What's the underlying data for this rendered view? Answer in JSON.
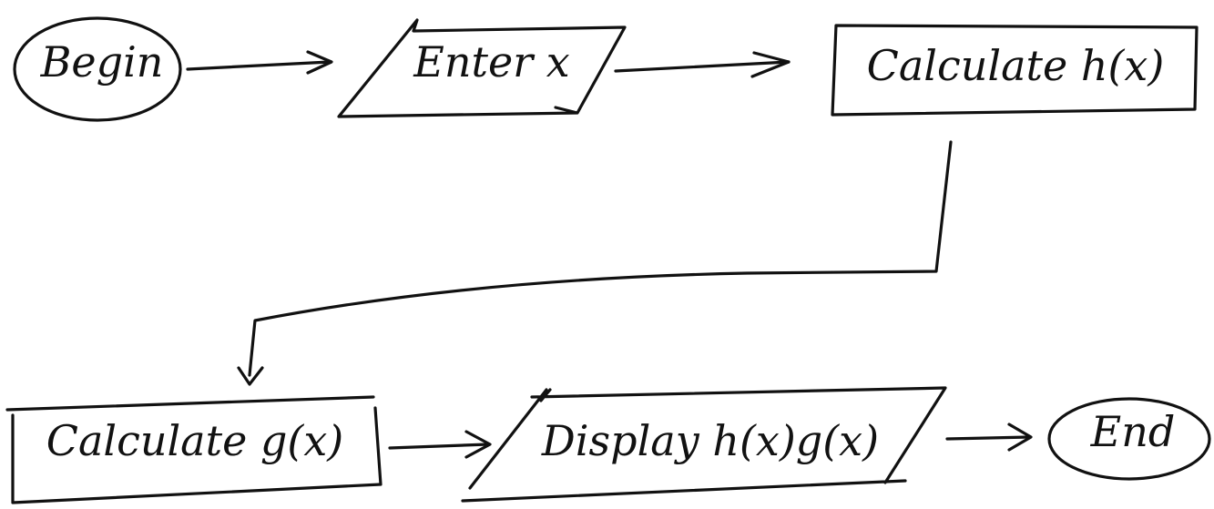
{
  "diagram": {
    "type": "flowchart",
    "style": "hand-drawn",
    "ink_color": "#111111",
    "background": "#ffffff",
    "nodes": {
      "begin": {
        "shape": "ellipse",
        "label": "Begin"
      },
      "enter_x": {
        "shape": "parallelogram",
        "label": "Enter x"
      },
      "calc_h": {
        "shape": "rectangle",
        "label": "Calculate h(x)"
      },
      "calc_g": {
        "shape": "rectangle",
        "label": "Calculate g(x)"
      },
      "display": {
        "shape": "parallelogram",
        "label": "Display h(x)g(x)"
      },
      "end": {
        "shape": "ellipse",
        "label": "End"
      }
    },
    "edges": [
      {
        "from": "Begin",
        "to": "Enter x"
      },
      {
        "from": "Enter x",
        "to": "Calculate h(x)"
      },
      {
        "from": "Calculate h(x)",
        "to": "Calculate g(x)"
      },
      {
        "from": "Calculate g(x)",
        "to": "Display h(x)g(x)"
      },
      {
        "from": "Display h(x)g(x)",
        "to": "End"
      }
    ]
  }
}
